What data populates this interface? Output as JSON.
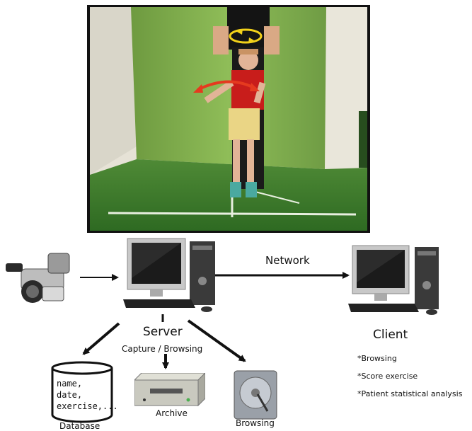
{
  "labels": {
    "network": "Network",
    "server": "Server",
    "server_sub": "Capture / Browsing",
    "client": "Client",
    "archive": "Archive",
    "browsing": "Browsing",
    "database": "Database"
  },
  "database_fields": [
    "name,",
    "date,",
    "exercise,..."
  ],
  "client_features": [
    "*Browsing",
    "*Score exercise",
    "*Patient statistical analysis"
  ],
  "colors": {
    "backdrop_green": "#7fae4c",
    "floor_green": "#3f7a2e",
    "motion_arrow_red": "#e53a1f",
    "motion_ring_yellow": "#f2d11a"
  },
  "icons": {
    "camera": "video-camera-icon",
    "server": "desktop-computer-icon",
    "client": "desktop-computer-icon",
    "archive": "tape-drive-icon",
    "browsing": "hard-disk-icon",
    "database": "database-cylinder-icon"
  }
}
